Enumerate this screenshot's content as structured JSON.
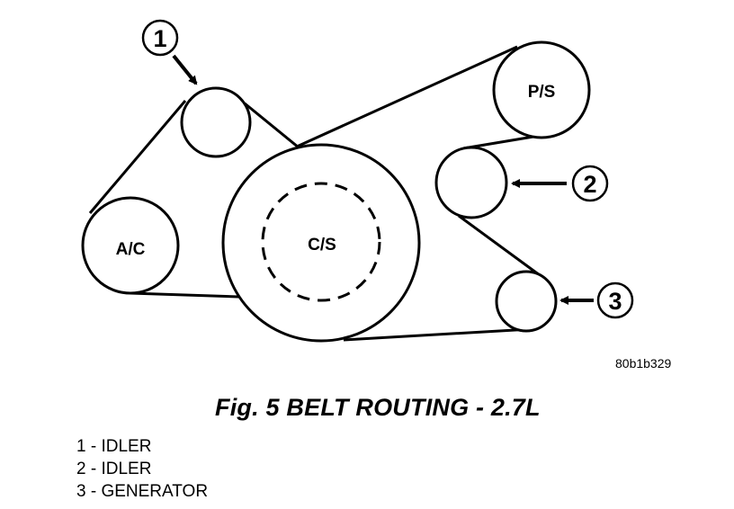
{
  "diagram": {
    "pulleys": {
      "ac": "A/C",
      "cs": "C/S",
      "ps": "P/S"
    },
    "callouts": [
      "1",
      "2",
      "3"
    ],
    "reference_code": "80b1b329"
  },
  "caption": "Fig. 5 BELT ROUTING - 2.7L",
  "legend": [
    "1 - IDLER",
    "2 - IDLER",
    "3 - GENERATOR"
  ]
}
